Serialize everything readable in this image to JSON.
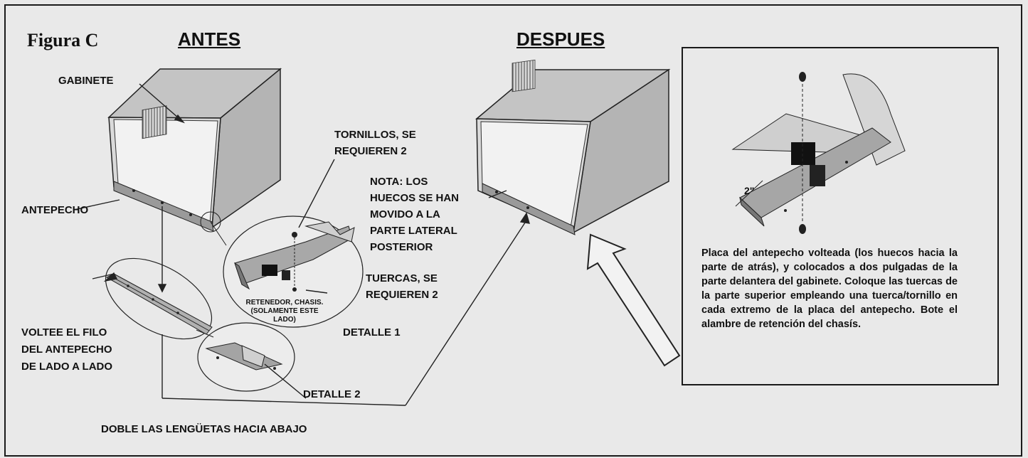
{
  "figure_title": "Figura C",
  "headings": {
    "before": "ANTES",
    "after": "DESPUES"
  },
  "labels": {
    "gabinete": "GABINETE",
    "antepecho": "ANTEPECHO",
    "tornillos_1": "TORNILLOS, SE",
    "tornillos_2": "REQUIEREN 2",
    "nota_1": "NOTA: LOS",
    "nota_2": "HUECOS SE HAN",
    "nota_3": "MOVIDO A LA",
    "nota_4": "PARTE LATERAL",
    "nota_5": "POSTERIOR",
    "tuercas_1": "TUERCAS, SE",
    "tuercas_2": "REQUIEREN 2",
    "retenedor_1": "RETENEDOR, CHASIS.",
    "retenedor_2": "(SOLAMENTE ESTE",
    "retenedor_3": "LADO)",
    "detalle_1": "DETALLE 1",
    "voltee_1": "VOLTEE EL FILO",
    "voltee_2": "DEL ANTEPECHO",
    "voltee_3": "DE LADO A LADO",
    "detalle_2": "DETALLE 2",
    "doble": "DOBLE LAS LENGÜETAS HACIA ABAJO",
    "dimension": "2\""
  },
  "caption": "Placa del antepecho volteada (los huecos hacia la parte de atrás), y colocados a dos pulgadas de la parte delantera del gabinete.  Coloque las tuercas de la parte superior empleando una tuerca/tornillo en cada extremo de la placa del antepecho.  Bote el alambre de retención del chasís."
}
